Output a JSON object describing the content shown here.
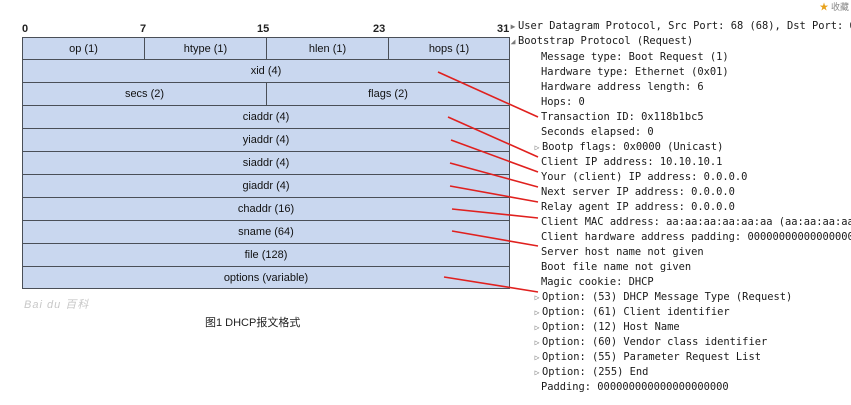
{
  "diagram": {
    "bit_numbers": [
      "0",
      "7",
      "15",
      "23",
      "31"
    ],
    "fields": {
      "op": "op (1)",
      "htype": "htype (1)",
      "hlen": "hlen (1)",
      "hops": "hops (1)",
      "xid": "xid (4)",
      "secs": "secs (2)",
      "flags": "flags (2)",
      "ciaddr": "ciaddr (4)",
      "yiaddr": "yiaddr (4)",
      "siaddr": "siaddr (4)",
      "giaddr": "giaddr (4)",
      "chaddr": "chaddr (16)",
      "sname": "sname (64)",
      "file": "file (128)",
      "options": "options (variable)"
    },
    "caption": "图1 DHCP报文格式",
    "watermark": "Bai du 百科",
    "cell_color": "#c9d7ef",
    "connector_color": "#e0201e"
  },
  "tree": {
    "udp": "User Datagram Protocol, Src Port: 68 (68), Dst Port: 6",
    "bootp": "Bootstrap Protocol (Request)",
    "message_type": "Message type: Boot Request (1)",
    "hardware_type": "Hardware type: Ethernet (0x01)",
    "hw_len": "Hardware address length: 6",
    "hops": "Hops: 0",
    "transaction_id": "Transaction ID: 0x118b1bc5",
    "seconds": "Seconds elapsed: 0",
    "flags": "Bootp flags: 0x0000 (Unicast)",
    "client_ip": "Client IP address: 10.10.10.1",
    "your_ip": "Your (client) IP address: 0.0.0.0",
    "next_server": "Next server IP address: 0.0.0.0",
    "relay_agent": "Relay agent IP address: 0.0.0.0",
    "client_mac": "Client MAC address: aa:aa:aa:aa:aa:aa (aa:aa:aa:aa:",
    "hw_padding": "Client hardware address padding: 00000000000000000",
    "server_host": "Server host name not given",
    "boot_file": "Boot file name not given",
    "magic": "Magic cookie: DHCP",
    "opt53": "Option: (53) DHCP Message Type (Request)",
    "opt61": "Option: (61) Client identifier",
    "opt12": "Option: (12) Host Name",
    "opt60": "Option: (60) Vendor class identifier",
    "opt55": "Option: (55) Parameter Request List",
    "opt255": "Option: (255) End",
    "padding": "Padding: 000000000000000000000"
  },
  "corner_label": "收藏"
}
